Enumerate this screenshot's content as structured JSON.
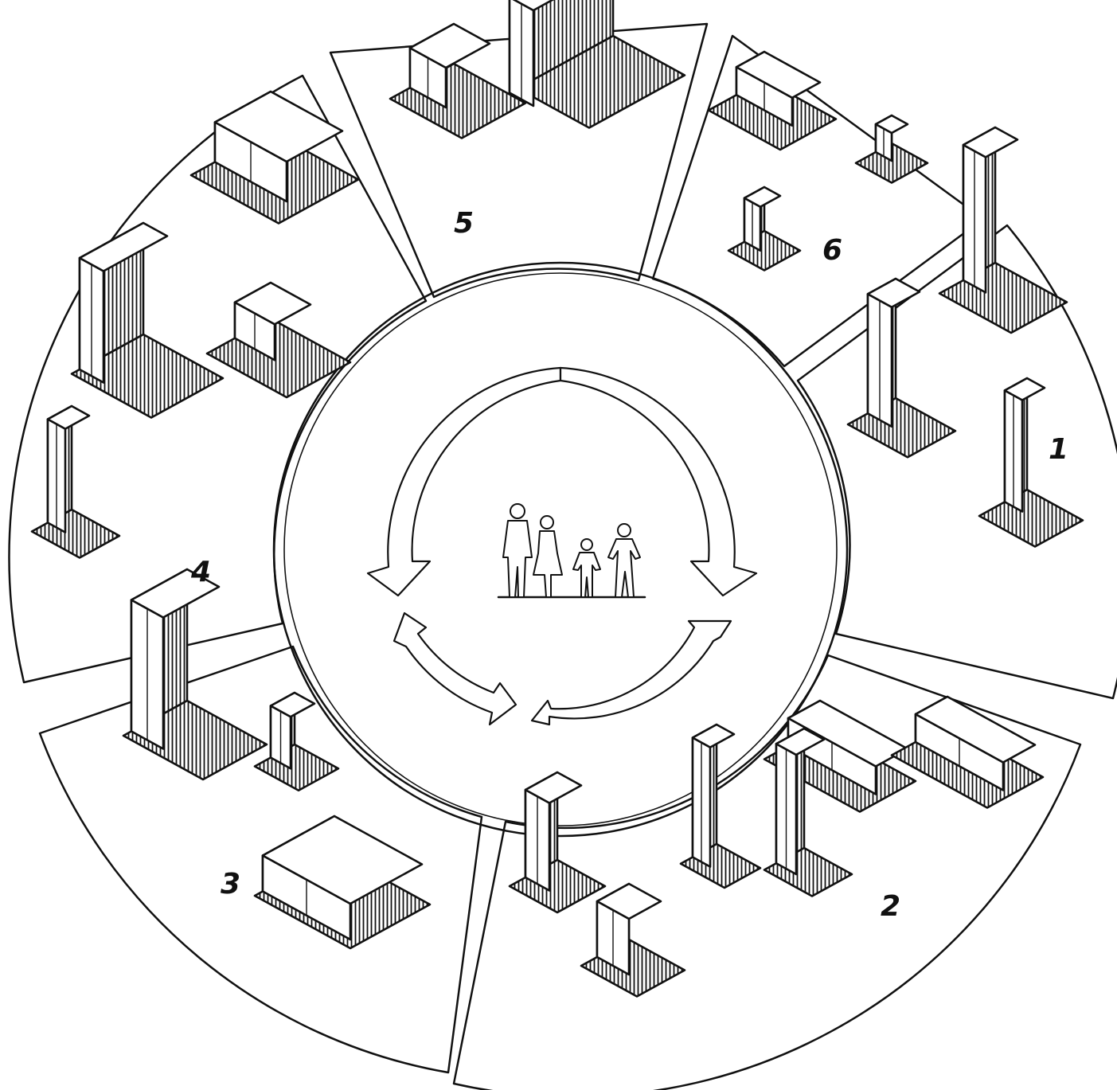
{
  "diagram": {
    "sectors": [
      {
        "label": "1"
      },
      {
        "label": "2"
      },
      {
        "label": "3"
      },
      {
        "label": "4"
      },
      {
        "label": "5"
      },
      {
        "label": "6"
      }
    ]
  }
}
